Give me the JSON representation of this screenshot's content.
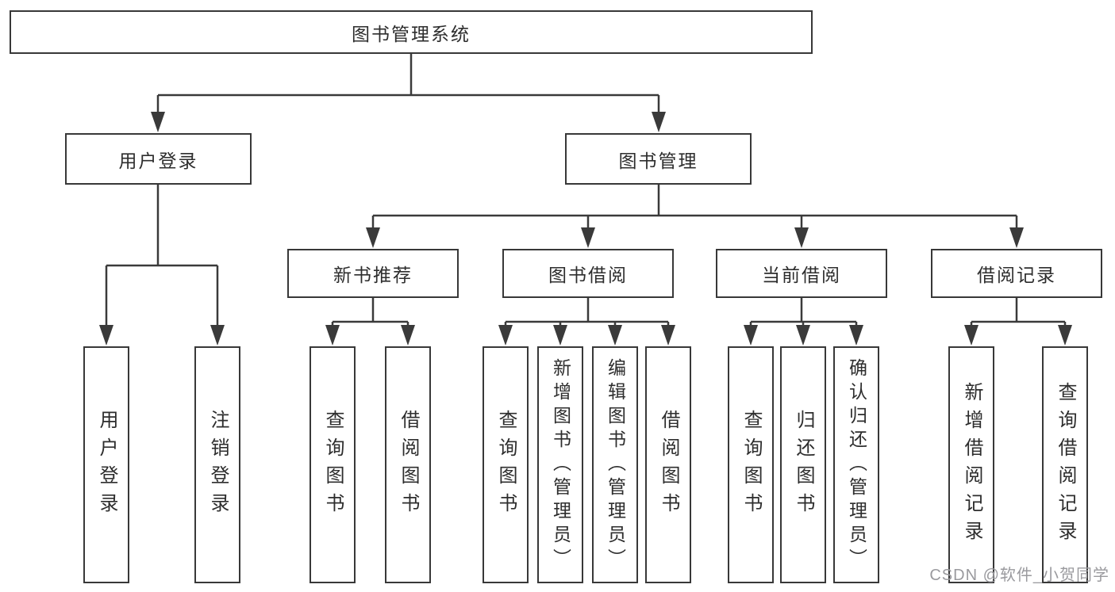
{
  "diagram": {
    "root": {
      "label": "图书管理系统"
    },
    "branches": [
      {
        "label": "用户登录",
        "children": [
          {
            "label": "用户登录"
          },
          {
            "label": "注销登录"
          }
        ]
      },
      {
        "label": "图书管理",
        "children": [
          {
            "label": "新书推荐",
            "children": [
              {
                "label": "查询图书"
              },
              {
                "label": "借阅图书"
              }
            ]
          },
          {
            "label": "图书借阅",
            "children": [
              {
                "label": "查询图书"
              },
              {
                "label": "新增图书（管理员）"
              },
              {
                "label": "编辑图书（管理员）"
              },
              {
                "label": "借阅图书"
              }
            ]
          },
          {
            "label": "当前借阅",
            "children": [
              {
                "label": "查询图书"
              },
              {
                "label": "归还图书"
              },
              {
                "label": "确认归还（管理员）"
              }
            ]
          },
          {
            "label": "借阅记录",
            "children": [
              {
                "label": "新增借阅记录"
              },
              {
                "label": "查询借阅记录"
              }
            ]
          }
        ]
      }
    ]
  },
  "colors": {
    "line": "#3a3a3a",
    "box_border": "#383838",
    "text": "#2d2d2d",
    "watermark": "#9a9a9e",
    "background": "#ffffff"
  },
  "watermark": {
    "text": "CSDN @软件_小贺同学"
  }
}
